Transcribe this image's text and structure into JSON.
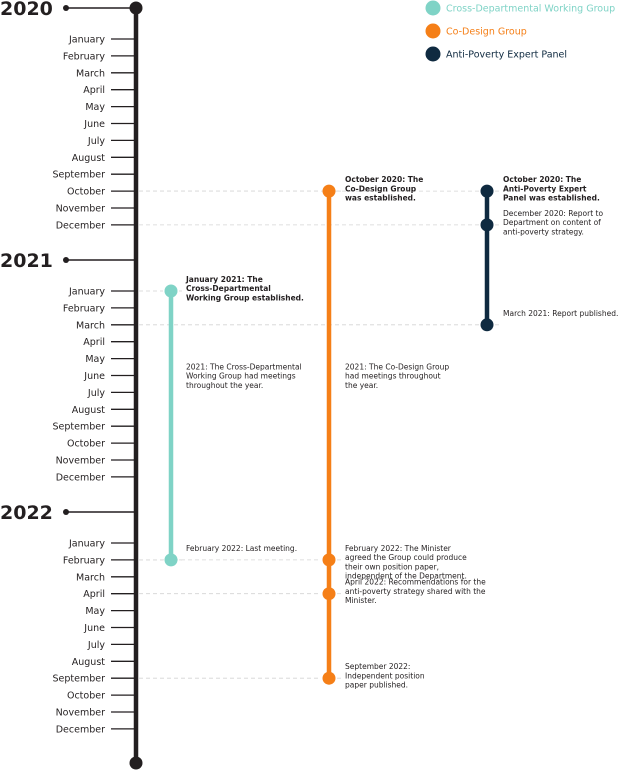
{
  "colors": {
    "axis": "#231f20",
    "cross_departmental": "#7fd3c6",
    "co_design": "#f57f17",
    "anti_poverty": "#0f2a40",
    "guide": "#d4d4d4"
  },
  "legend": [
    {
      "label": "Cross-Departmental Working Group",
      "color": "#7fd3c6",
      "text_color": "#7fd3c6"
    },
    {
      "label": "Co-Design Group",
      "color": "#f57f17",
      "text_color": "#f57f17"
    },
    {
      "label": "Anti-Poverty Expert Panel",
      "color": "#0f2a40",
      "text_color": "#0f2a40"
    }
  ],
  "years": [
    {
      "label": "2020",
      "months": [
        "January",
        "February",
        "March",
        "April",
        "May",
        "June",
        "July",
        "August",
        "September",
        "October",
        "November",
        "December"
      ]
    },
    {
      "label": "2021",
      "months": [
        "January",
        "February",
        "March",
        "April",
        "May",
        "June",
        "July",
        "August",
        "September",
        "October",
        "November",
        "December"
      ]
    },
    {
      "label": "2022",
      "months": [
        "January",
        "February",
        "March",
        "April",
        "May",
        "June",
        "July",
        "August",
        "September",
        "October",
        "November",
        "December"
      ]
    }
  ],
  "tracks": [
    {
      "name": "Cross-Departmental Working Group",
      "color": "#7fd3c6",
      "start": "January 2021",
      "end": "February 2022"
    },
    {
      "name": "Co-Design Group",
      "color": "#f57f17",
      "start": "October 2020",
      "end": "September 2022"
    },
    {
      "name": "Anti-Poverty Expert Panel",
      "color": "#0f2a40",
      "start": "October 2020",
      "end": "March 2021"
    }
  ],
  "events": [
    {
      "track": 1,
      "year": 0,
      "month": 9,
      "dot": true,
      "bold": true,
      "lines": [
        "October 2020: The",
        "Co-Design Group",
        "was established."
      ]
    },
    {
      "track": 2,
      "year": 0,
      "month": 9,
      "dot": true,
      "bold": true,
      "lines": [
        "October 2020: The",
        "Anti-Poverty Expert",
        "Panel was established."
      ]
    },
    {
      "track": 2,
      "year": 0,
      "month": 11,
      "dot": true,
      "bold": false,
      "lines": [
        "December 2020: Report to",
        "Department on content of",
        "anti-poverty strategy."
      ]
    },
    {
      "track": 0,
      "year": 1,
      "month": 0,
      "dot": true,
      "bold": true,
      "lines": [
        "January 2021: The",
        "Cross-Departmental",
        "Working Group established."
      ]
    },
    {
      "track": 2,
      "year": 1,
      "month": 2,
      "dot": true,
      "bold": false,
      "lines": [
        "March 2021: Report published."
      ]
    },
    {
      "track": 0,
      "year": 1,
      "month": 5,
      "dot": false,
      "bold": false,
      "lines": [
        "2021: The Cross-Departmental",
        "Working Group had meetings",
        "throughout the year."
      ]
    },
    {
      "track": 1,
      "year": 1,
      "month": 5,
      "dot": false,
      "bold": false,
      "lines": [
        "2021: The Co-Design Group",
        "had meetings throughout",
        "the year."
      ]
    },
    {
      "track": 0,
      "year": 2,
      "month": 1,
      "dot": true,
      "bold": false,
      "lines": [
        "February 2022: Last meeting."
      ]
    },
    {
      "track": 1,
      "year": 2,
      "month": 1,
      "dot": true,
      "bold": false,
      "lines": [
        "February 2022: The Minister",
        "agreed the Group could produce",
        "their own position paper,",
        "independent of the Department."
      ]
    },
    {
      "track": 1,
      "year": 2,
      "month": 3,
      "dot": true,
      "bold": false,
      "lines": [
        "April 2022: Recommendations for the",
        "anti-poverty strategy shared with the",
        "Minister."
      ]
    },
    {
      "track": 1,
      "year": 2,
      "month": 8,
      "dot": true,
      "bold": false,
      "lines": [
        "September 2022:",
        "Independent position",
        "paper published."
      ]
    }
  ]
}
